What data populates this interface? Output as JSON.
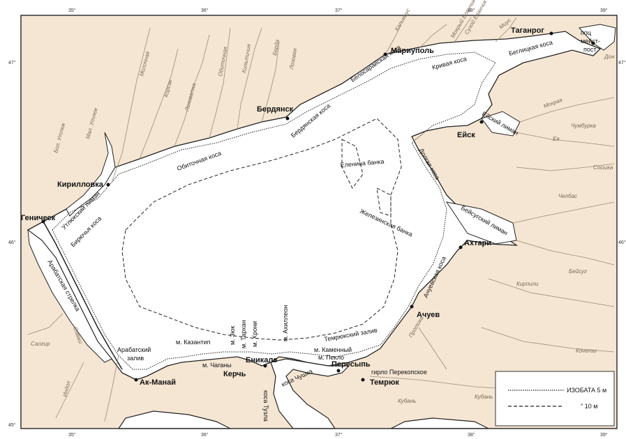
{
  "map": {
    "colors": {
      "land": "#f5e6d3",
      "sea": "#ffffff",
      "coast": "#222222",
      "river": "#9a8a76",
      "border": "#333333"
    },
    "lon_ticks": [
      "35°",
      "36°",
      "37°",
      "38°",
      "39°"
    ],
    "lat_ticks": [
      "47°",
      "46°",
      "45°"
    ],
    "cities": [
      {
        "id": "taganrog",
        "name": "Таганрог"
      },
      {
        "id": "mariupol",
        "name": "Мариуполь"
      },
      {
        "id": "berdyansk",
        "name": "Бердянск"
      },
      {
        "id": "yeysk",
        "name": "Ейск"
      },
      {
        "id": "kirillovka",
        "name": "Кирилловка"
      },
      {
        "id": "genichesk",
        "name": "Геническ"
      },
      {
        "id": "akhtari",
        "name": "Ахтари"
      },
      {
        "id": "achuev",
        "name": "Ачуев"
      },
      {
        "id": "temryuk",
        "name": "Темрюк"
      },
      {
        "id": "peresyp",
        "name": "Пересыпь"
      },
      {
        "id": "enikale",
        "name": "Еникале"
      },
      {
        "id": "kerch",
        "name": "Керчь"
      },
      {
        "id": "akmanai",
        "name": "Ак-Манай"
      }
    ],
    "post": [
      "поц",
      "мейст-",
      "пост"
    ],
    "features": [
      {
        "id": "belosaraiskaya",
        "name": "Белосарайская коса"
      },
      {
        "id": "krivaya",
        "name": "Кривая коса"
      },
      {
        "id": "beglitskaya",
        "name": "Беглицкая коса"
      },
      {
        "id": "yeyskiy-liman",
        "name": "Ейский лиман"
      },
      {
        "id": "berdyanskaya",
        "name": "Бердянская коса"
      },
      {
        "id": "obitochnaya",
        "name": "Обиточная коса"
      },
      {
        "id": "elenina",
        "name": "Еленина банка"
      },
      {
        "id": "dolgaya",
        "name": "Долгая коса"
      },
      {
        "id": "utlyukskiy",
        "name": "Утлюкский лиман"
      },
      {
        "id": "biryuchya",
        "name": "Бирючья коса"
      },
      {
        "id": "zhelezinskaya",
        "name": "Железинская банка"
      },
      {
        "id": "beisugskiy",
        "name": "Бейсугский лиман"
      },
      {
        "id": "achuevskaya",
        "name": "Ачуевская коса"
      },
      {
        "id": "arabatskaya",
        "name": "Арабатская стрелка"
      },
      {
        "id": "temryukskiy",
        "name": "Темрюкский залив"
      },
      {
        "id": "arabatskiy-zaliv-1",
        "name": "Арабатский"
      },
      {
        "id": "arabatskiy-zaliv-2",
        "name": "залив"
      },
      {
        "id": "kazantip",
        "name": "м. Казантип"
      },
      {
        "id": "zyuk",
        "name": "м. Зюк"
      },
      {
        "id": "tarkhan",
        "name": "м. Тархан"
      },
      {
        "id": "khroni",
        "name": "м. Хрони"
      },
      {
        "id": "akhilleon",
        "name": "м. Ахиллеон"
      },
      {
        "id": "kamenny",
        "name": "м. Каменный"
      },
      {
        "id": "peklo",
        "name": "м. Пекло"
      },
      {
        "id": "chagany",
        "name": "м. Чаганы"
      },
      {
        "id": "chushka",
        "name": "коса Чушка"
      },
      {
        "id": "tuzla",
        "name": "коса Тузла"
      },
      {
        "id": "girlo",
        "name": "гирло Перекопское"
      }
    ],
    "rivers": [
      {
        "id": "kalmius",
        "name": "Кальмиус"
      },
      {
        "id": "mokry-elanchik",
        "name": "Мокрый Еланчик"
      },
      {
        "id": "sukhoy-elanchik",
        "name": "Сухой Еланчик"
      },
      {
        "id": "mius",
        "name": "Миус"
      },
      {
        "id": "don",
        "name": "Дон"
      },
      {
        "id": "molochnaya",
        "name": "Молочная"
      },
      {
        "id": "korsak",
        "name": "Корсак"
      },
      {
        "id": "lozovatka",
        "name": "Лозоватка"
      },
      {
        "id": "obitochnaya-r",
        "name": "Обиточная"
      },
      {
        "id": "kiltichiya",
        "name": "Кильтичия"
      },
      {
        "id": "berda",
        "name": "Берда"
      },
      {
        "id": "lozovaya",
        "name": "Лозовая"
      },
      {
        "id": "bol-utlyuk",
        "name": "Бол. Утлюк"
      },
      {
        "id": "mal-utlyuk",
        "name": "Мал. Утлюк"
      },
      {
        "id": "mokraya",
        "name": "Мокрая"
      },
      {
        "id": "chumburka",
        "name": "Чумбурка"
      },
      {
        "id": "eya",
        "name": "Ея"
      },
      {
        "id": "sosyka",
        "name": "Сосыка"
      },
      {
        "id": "chelbas",
        "name": "Челбас"
      },
      {
        "id": "beisug",
        "name": "Бейсуг"
      },
      {
        "id": "kirpili",
        "name": "Кирпили"
      },
      {
        "id": "kochety",
        "name": "Кочеты"
      },
      {
        "id": "kuban",
        "name": "Кубань"
      },
      {
        "id": "kuban2",
        "name": "Кубань"
      },
      {
        "id": "protoka",
        "name": "Протока"
      },
      {
        "id": "salgir",
        "name": "Салгир"
      },
      {
        "id": "sivash",
        "name": "Сиваш"
      },
      {
        "id": "indol",
        "name": "Индол"
      }
    ],
    "legend": {
      "item1": "ИЗОБАТА 5 м",
      "item2": "\" 10 м"
    }
  }
}
